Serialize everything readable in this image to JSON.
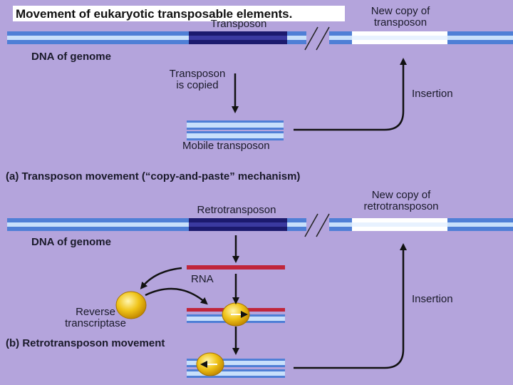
{
  "title": "Movement of eukaryotic transposable elements.",
  "panel_a": {
    "element_label": "Transposon",
    "new_copy_label": "New copy of\ntransposon",
    "genome_label": "DNA of genome",
    "copied_label": "Transposon\nis copied",
    "insertion_label": "Insertion",
    "mobile_label": "Mobile transposon",
    "caption": "(a) Transposon movement (“copy-and-paste” mechanism)"
  },
  "panel_b": {
    "element_label": "Retrotransposon",
    "new_copy_label": "New copy of\nretrotransposon",
    "genome_label": "DNA of genome",
    "rna_label": "RNA",
    "enzyme_label": "Reverse\ntranscriptase",
    "insertion_label": "Insertion",
    "caption": "(b) Retrotransposon movement"
  },
  "colors": {
    "background": "#b4a4dc",
    "dna_blue": "#4f7fd6",
    "dna_light": "#c8e0fb",
    "transposon_dark": "#1c1a6e",
    "rna_red": "#c0253a",
    "enzyme_yellow": "#f0c419"
  }
}
